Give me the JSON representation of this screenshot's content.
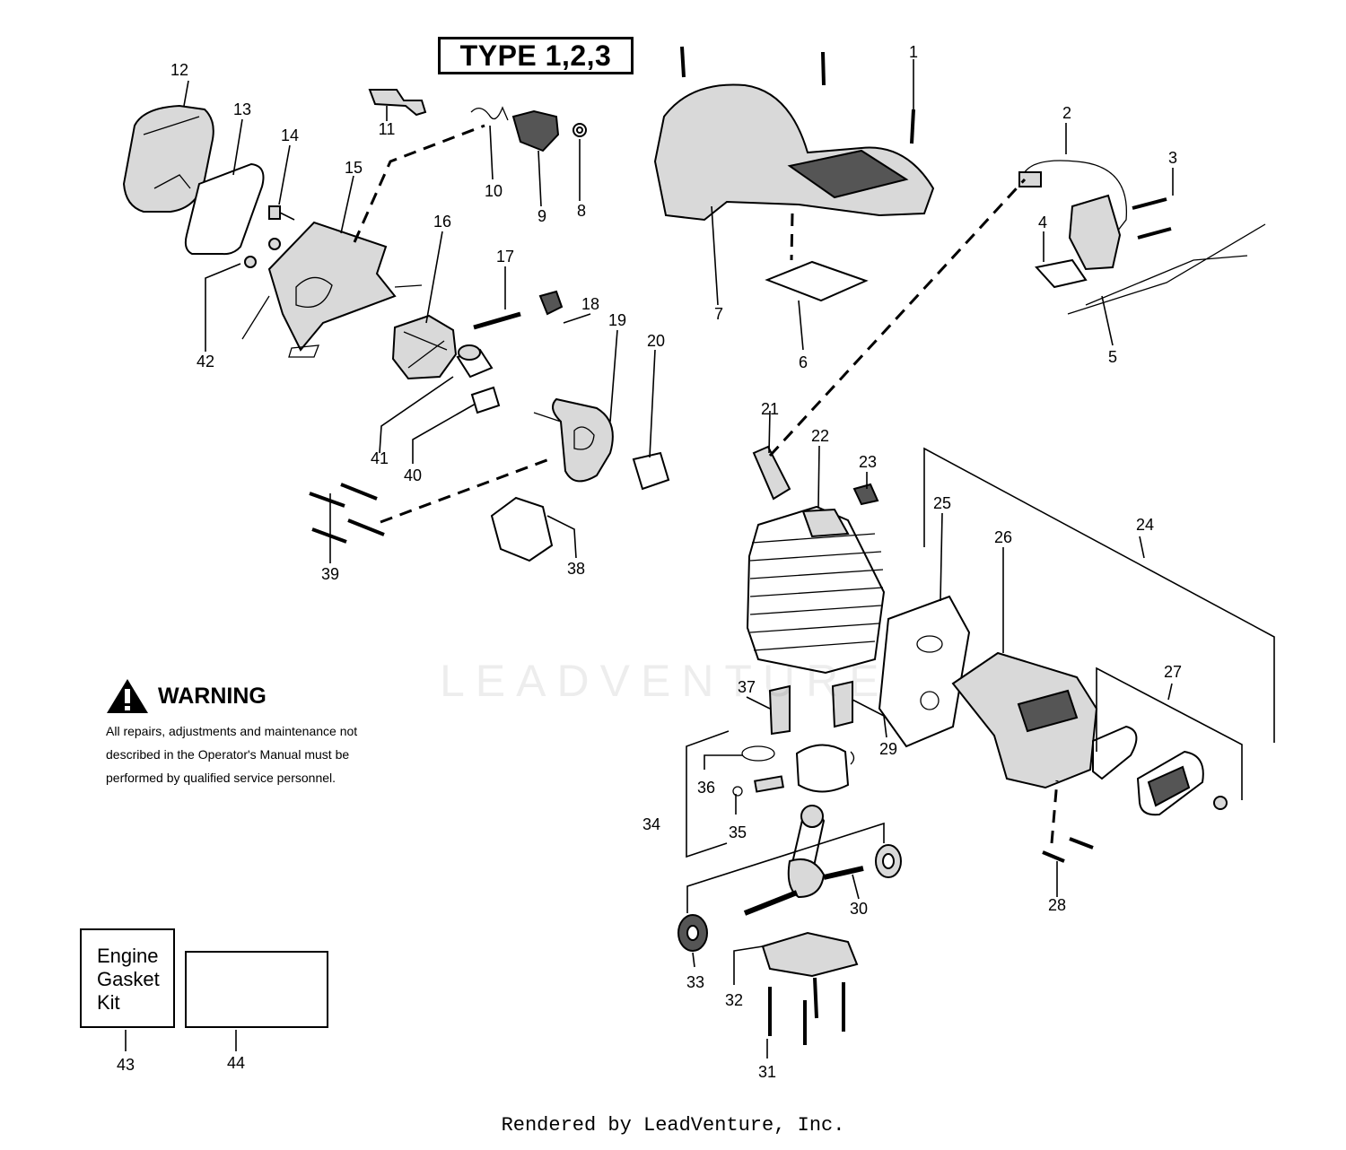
{
  "diagram": {
    "type_label": "TYPE 1,2,3",
    "callouts": [
      "1",
      "2",
      "3",
      "4",
      "5",
      "6",
      "7",
      "8",
      "9",
      "10",
      "11",
      "12",
      "13",
      "14",
      "15",
      "16",
      "17",
      "18",
      "19",
      "20",
      "21",
      "22",
      "23",
      "24",
      "25",
      "26",
      "27",
      "28",
      "29",
      "30",
      "31",
      "32",
      "33",
      "34",
      "35",
      "36",
      "37",
      "38",
      "39",
      "40",
      "41",
      "42",
      "43",
      "44"
    ],
    "warning": {
      "title": "WARNING",
      "lines": [
        "All repairs, adjustments and maintenance not",
        "described in the Operator's Manual must be",
        "performed by qualified  service personnel."
      ]
    },
    "kit": {
      "lines": [
        "Engine",
        "Gasket",
        "Kit"
      ]
    },
    "watermark": "LEADVENTURE",
    "footer": "Rendered by LeadVenture, Inc."
  }
}
